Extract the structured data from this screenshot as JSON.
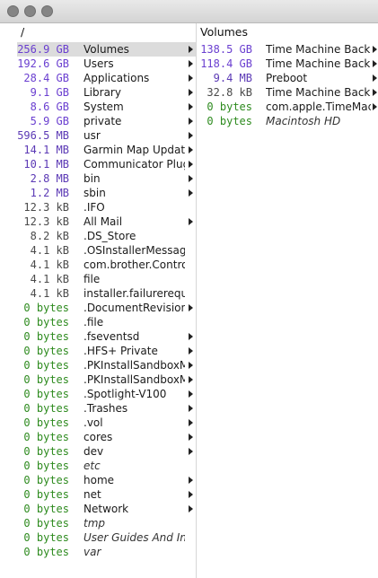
{
  "colors": {
    "gb": "#6a3fd0",
    "mb": "#5b39b5",
    "kb": "#4a4a4a",
    "bytes": "#2e8b1f"
  },
  "left_column": {
    "header": "/",
    "items": [
      {
        "size": "256.9 GB",
        "name": "Volumes",
        "unit": "gb",
        "folder": true,
        "selected": true,
        "italic": false
      },
      {
        "size": "192.6 GB",
        "name": "Users",
        "unit": "gb",
        "folder": true,
        "italic": false
      },
      {
        "size": "28.4 GB",
        "name": "Applications",
        "unit": "gb",
        "folder": true,
        "italic": false
      },
      {
        "size": "9.1 GB",
        "name": "Library",
        "unit": "gb",
        "folder": true,
        "italic": false
      },
      {
        "size": "8.6 GB",
        "name": "System",
        "unit": "gb",
        "folder": true,
        "italic": false
      },
      {
        "size": "5.9 GB",
        "name": "private",
        "unit": "gb",
        "folder": true,
        "italic": false
      },
      {
        "size": "596.5 MB",
        "name": "usr",
        "unit": "mb",
        "folder": true,
        "italic": false
      },
      {
        "size": "14.1 MB",
        "name": "Garmin Map Update.",
        "unit": "mb",
        "folder": true,
        "italic": false
      },
      {
        "size": "10.1 MB",
        "name": "Communicator Plugi",
        "unit": "mb",
        "folder": true,
        "italic": false
      },
      {
        "size": "2.8 MB",
        "name": "bin",
        "unit": "mb",
        "folder": true,
        "italic": false
      },
      {
        "size": "1.2 MB",
        "name": "sbin",
        "unit": "mb",
        "folder": true,
        "italic": false
      },
      {
        "size": "12.3 kB",
        "name": ".IFO",
        "unit": "kb",
        "folder": false,
        "italic": false
      },
      {
        "size": "12.3 kB",
        "name": "All Mail",
        "unit": "kb",
        "folder": true,
        "italic": false
      },
      {
        "size": "8.2 kB",
        "name": ".DS_Store",
        "unit": "kb",
        "folder": false,
        "italic": false
      },
      {
        "size": "4.1 kB",
        "name": ".OSInstallerMessages",
        "unit": "kb",
        "folder": false,
        "italic": false
      },
      {
        "size": "4.1 kB",
        "name": "com.brother.ControlC",
        "unit": "kb",
        "folder": false,
        "italic": false
      },
      {
        "size": "4.1 kB",
        "name": "file",
        "unit": "kb",
        "folder": false,
        "italic": false
      },
      {
        "size": "4.1 kB",
        "name": "installer.failurerequest",
        "unit": "kb",
        "folder": false,
        "italic": false
      },
      {
        "size": "0 bytes",
        "name": ".DocumentRevisions",
        "unit": "bytes",
        "folder": true,
        "italic": false
      },
      {
        "size": "0 bytes",
        "name": ".file",
        "unit": "bytes",
        "folder": false,
        "italic": false
      },
      {
        "size": "0 bytes",
        "name": ".fseventsd",
        "unit": "bytes",
        "folder": true,
        "italic": false
      },
      {
        "size": "0 bytes",
        "name": ".HFS+ Private",
        "unit": "bytes",
        "folder": true,
        "italic": false
      },
      {
        "size": "0 bytes",
        "name": ".PKInstallSandboxMa",
        "unit": "bytes",
        "folder": true,
        "italic": false
      },
      {
        "size": "0 bytes",
        "name": ".PKInstallSandboxMa",
        "unit": "bytes",
        "folder": true,
        "italic": false
      },
      {
        "size": "0 bytes",
        "name": ".Spotlight-V100",
        "unit": "bytes",
        "folder": true,
        "italic": false
      },
      {
        "size": "0 bytes",
        "name": ".Trashes",
        "unit": "bytes",
        "folder": true,
        "italic": false
      },
      {
        "size": "0 bytes",
        "name": ".vol",
        "unit": "bytes",
        "folder": true,
        "italic": false
      },
      {
        "size": "0 bytes",
        "name": "cores",
        "unit": "bytes",
        "folder": true,
        "italic": false
      },
      {
        "size": "0 bytes",
        "name": "dev",
        "unit": "bytes",
        "folder": true,
        "italic": false
      },
      {
        "size": "0 bytes",
        "name": "etc",
        "unit": "bytes",
        "folder": false,
        "italic": true
      },
      {
        "size": "0 bytes",
        "name": "home",
        "unit": "bytes",
        "folder": true,
        "italic": false
      },
      {
        "size": "0 bytes",
        "name": "net",
        "unit": "bytes",
        "folder": true,
        "italic": false
      },
      {
        "size": "0 bytes",
        "name": "Network",
        "unit": "bytes",
        "folder": true,
        "italic": false
      },
      {
        "size": "0 bytes",
        "name": "tmp",
        "unit": "bytes",
        "folder": false,
        "italic": true
      },
      {
        "size": "0 bytes",
        "name": "User Guides And Inform",
        "unit": "bytes",
        "folder": false,
        "italic": true
      },
      {
        "size": "0 bytes",
        "name": "var",
        "unit": "bytes",
        "folder": false,
        "italic": true
      }
    ]
  },
  "right_column": {
    "header": "Volumes",
    "items": [
      {
        "size": "138.5 GB",
        "name": "Time Machine Backu",
        "unit": "gb",
        "folder": true,
        "italic": false
      },
      {
        "size": "118.4 GB",
        "name": "Time Machine Backu",
        "unit": "gb",
        "folder": true,
        "italic": false
      },
      {
        "size": "9.4 MB",
        "name": "Preboot",
        "unit": "mb",
        "folder": true,
        "italic": false
      },
      {
        "size": "32.8 kB",
        "name": "Time Machine Backu",
        "unit": "kb",
        "folder": true,
        "italic": false
      },
      {
        "size": "0 bytes",
        "name": "com.apple.TimeMach",
        "unit": "bytes",
        "folder": true,
        "italic": false
      },
      {
        "size": "0 bytes",
        "name": "Macintosh HD",
        "unit": "bytes",
        "folder": false,
        "italic": true
      }
    ]
  }
}
